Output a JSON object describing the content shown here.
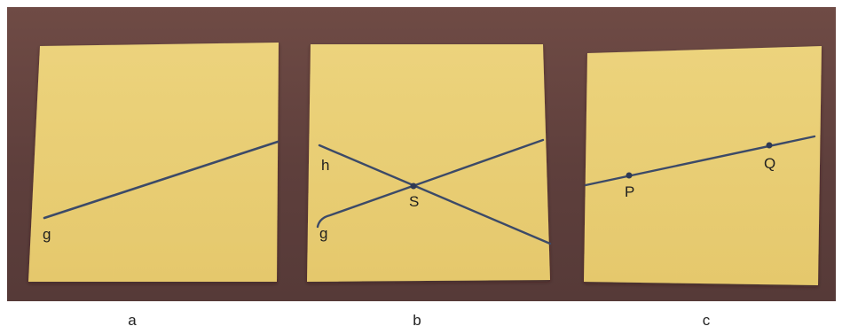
{
  "panels": [
    {
      "caption": "a",
      "line_labels": [
        "g"
      ]
    },
    {
      "caption": "b",
      "line_labels": [
        "h",
        "g"
      ],
      "point_labels": [
        "S"
      ]
    },
    {
      "caption": "c",
      "point_labels": [
        "P",
        "Q"
      ]
    }
  ],
  "colors": {
    "paper": "#e8ce74",
    "table": "#6f4b45",
    "pen": "#3c4a68"
  }
}
